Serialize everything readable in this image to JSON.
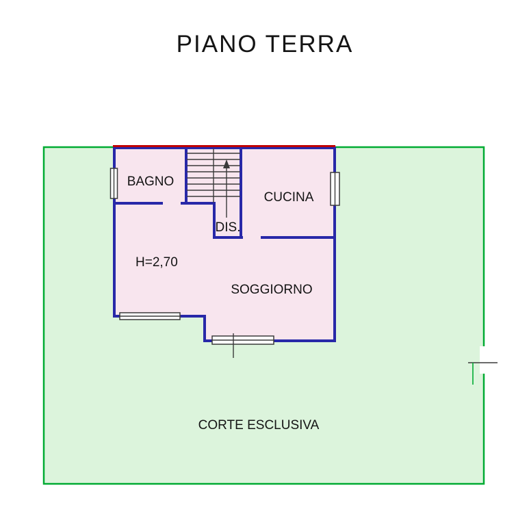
{
  "title": "PIANO TERRA",
  "plan": {
    "rooms": {
      "bagno": {
        "label": "BAGNO"
      },
      "cucina": {
        "label": "CUCINA"
      },
      "dis": {
        "label": "DIS."
      },
      "soggiorno": {
        "label": "SOGGIORNO"
      }
    },
    "annotations": {
      "ceiling_height": "H=2,70",
      "courtyard_label": "CORTE ESCLUSIVA"
    },
    "colors": {
      "courtyard_fill": "#dcf4dc",
      "courtyard_border": "#00ab32",
      "house_fill": "#f8e5ee",
      "wall": "#2828a8",
      "roof_edge": "#c00000",
      "linework": "#3a3a3a"
    }
  }
}
